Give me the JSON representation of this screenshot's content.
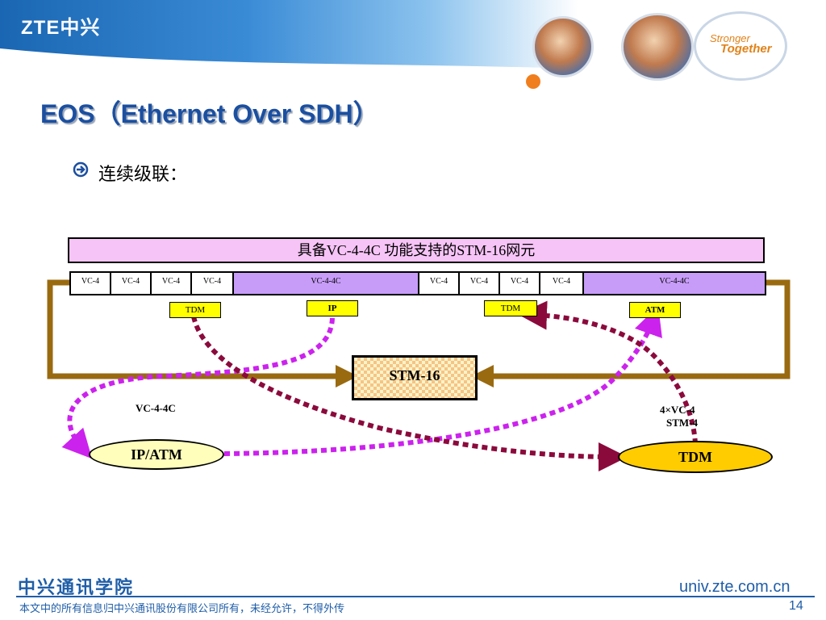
{
  "header": {
    "logo": "ZTE中兴",
    "slogan_line1": "Stronger",
    "slogan_line2": "Together",
    "photo_icon_1": "people-photo-icon",
    "photo_icon_2": "people-photo-icon"
  },
  "slide": {
    "title": "EOS（Ethernet Over SDH）",
    "bullet": "连续级联："
  },
  "diagram": {
    "ne_label": "具备VC-4-4C 功能支持的STM-16网元",
    "cells": [
      "VC-4",
      "VC-4",
      "VC-4",
      "VC-4",
      "VC-4-4C",
      "VC-4",
      "VC-4",
      "VC-4",
      "VC-4",
      "VC-4-4C"
    ],
    "tags": {
      "tdm1": "TDM",
      "ip": "IP",
      "tdm2": "TDM",
      "atm": "ATM"
    },
    "stm": "STM-16",
    "left_label": "VC-4-4C",
    "right_label_1": "4×VC-4",
    "right_label_2": "STM-4",
    "left_endpoint": "IP/ATM",
    "right_endpoint": "TDM",
    "colors": {
      "magenta": "#cc22ee",
      "crimson": "#8b0a3c",
      "brown": "#9a6a10",
      "ne_fill": "#f6c4f6",
      "wide_cell": "#c79cf8",
      "tag_fill": "#ffff00",
      "left_ellipse": "#ffffbb",
      "right_ellipse": "#ffcc00"
    }
  },
  "footer": {
    "org": "中兴通讯学院",
    "copyright": "本文中的所有信息归中兴通讯股份有限公司所有，未经允许，不得外传",
    "url": "univ.zte.com.cn",
    "page": "14"
  }
}
